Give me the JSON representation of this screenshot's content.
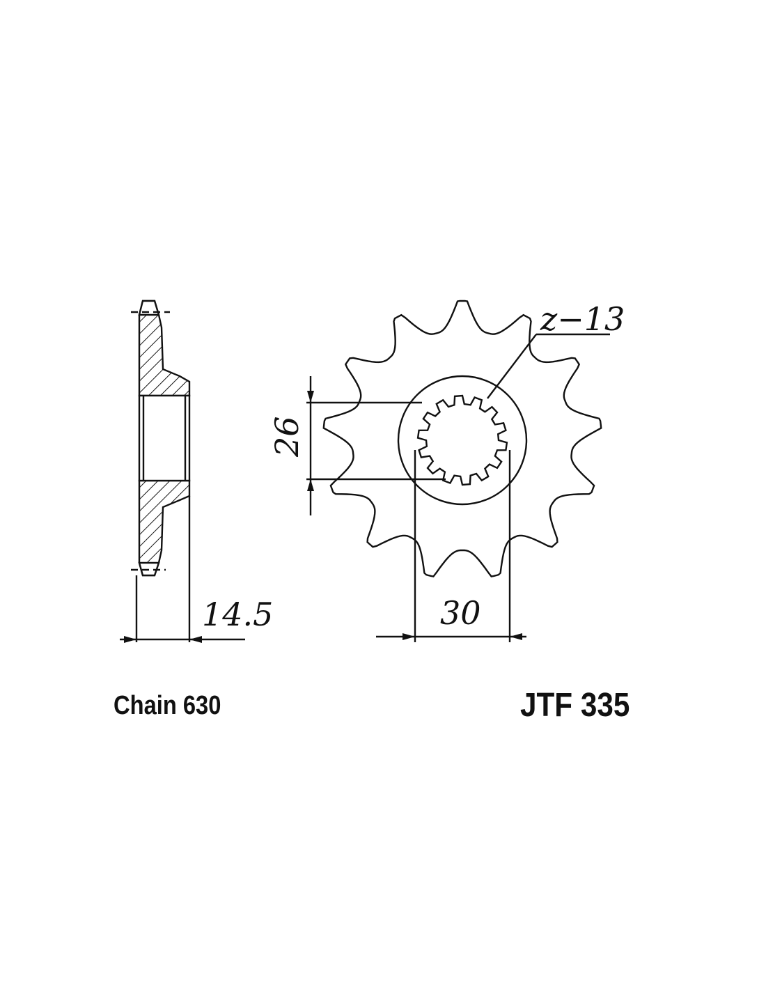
{
  "diagram": {
    "tooth_label": "z−13",
    "teeth": 13,
    "bore_dimension": "26",
    "spline_dimension": "30",
    "thickness_dimension": "14.5",
    "chain_label": "Chain 630",
    "part_number": "JTF 335"
  },
  "colors": {
    "line": "#111111",
    "background": "#ffffff"
  }
}
